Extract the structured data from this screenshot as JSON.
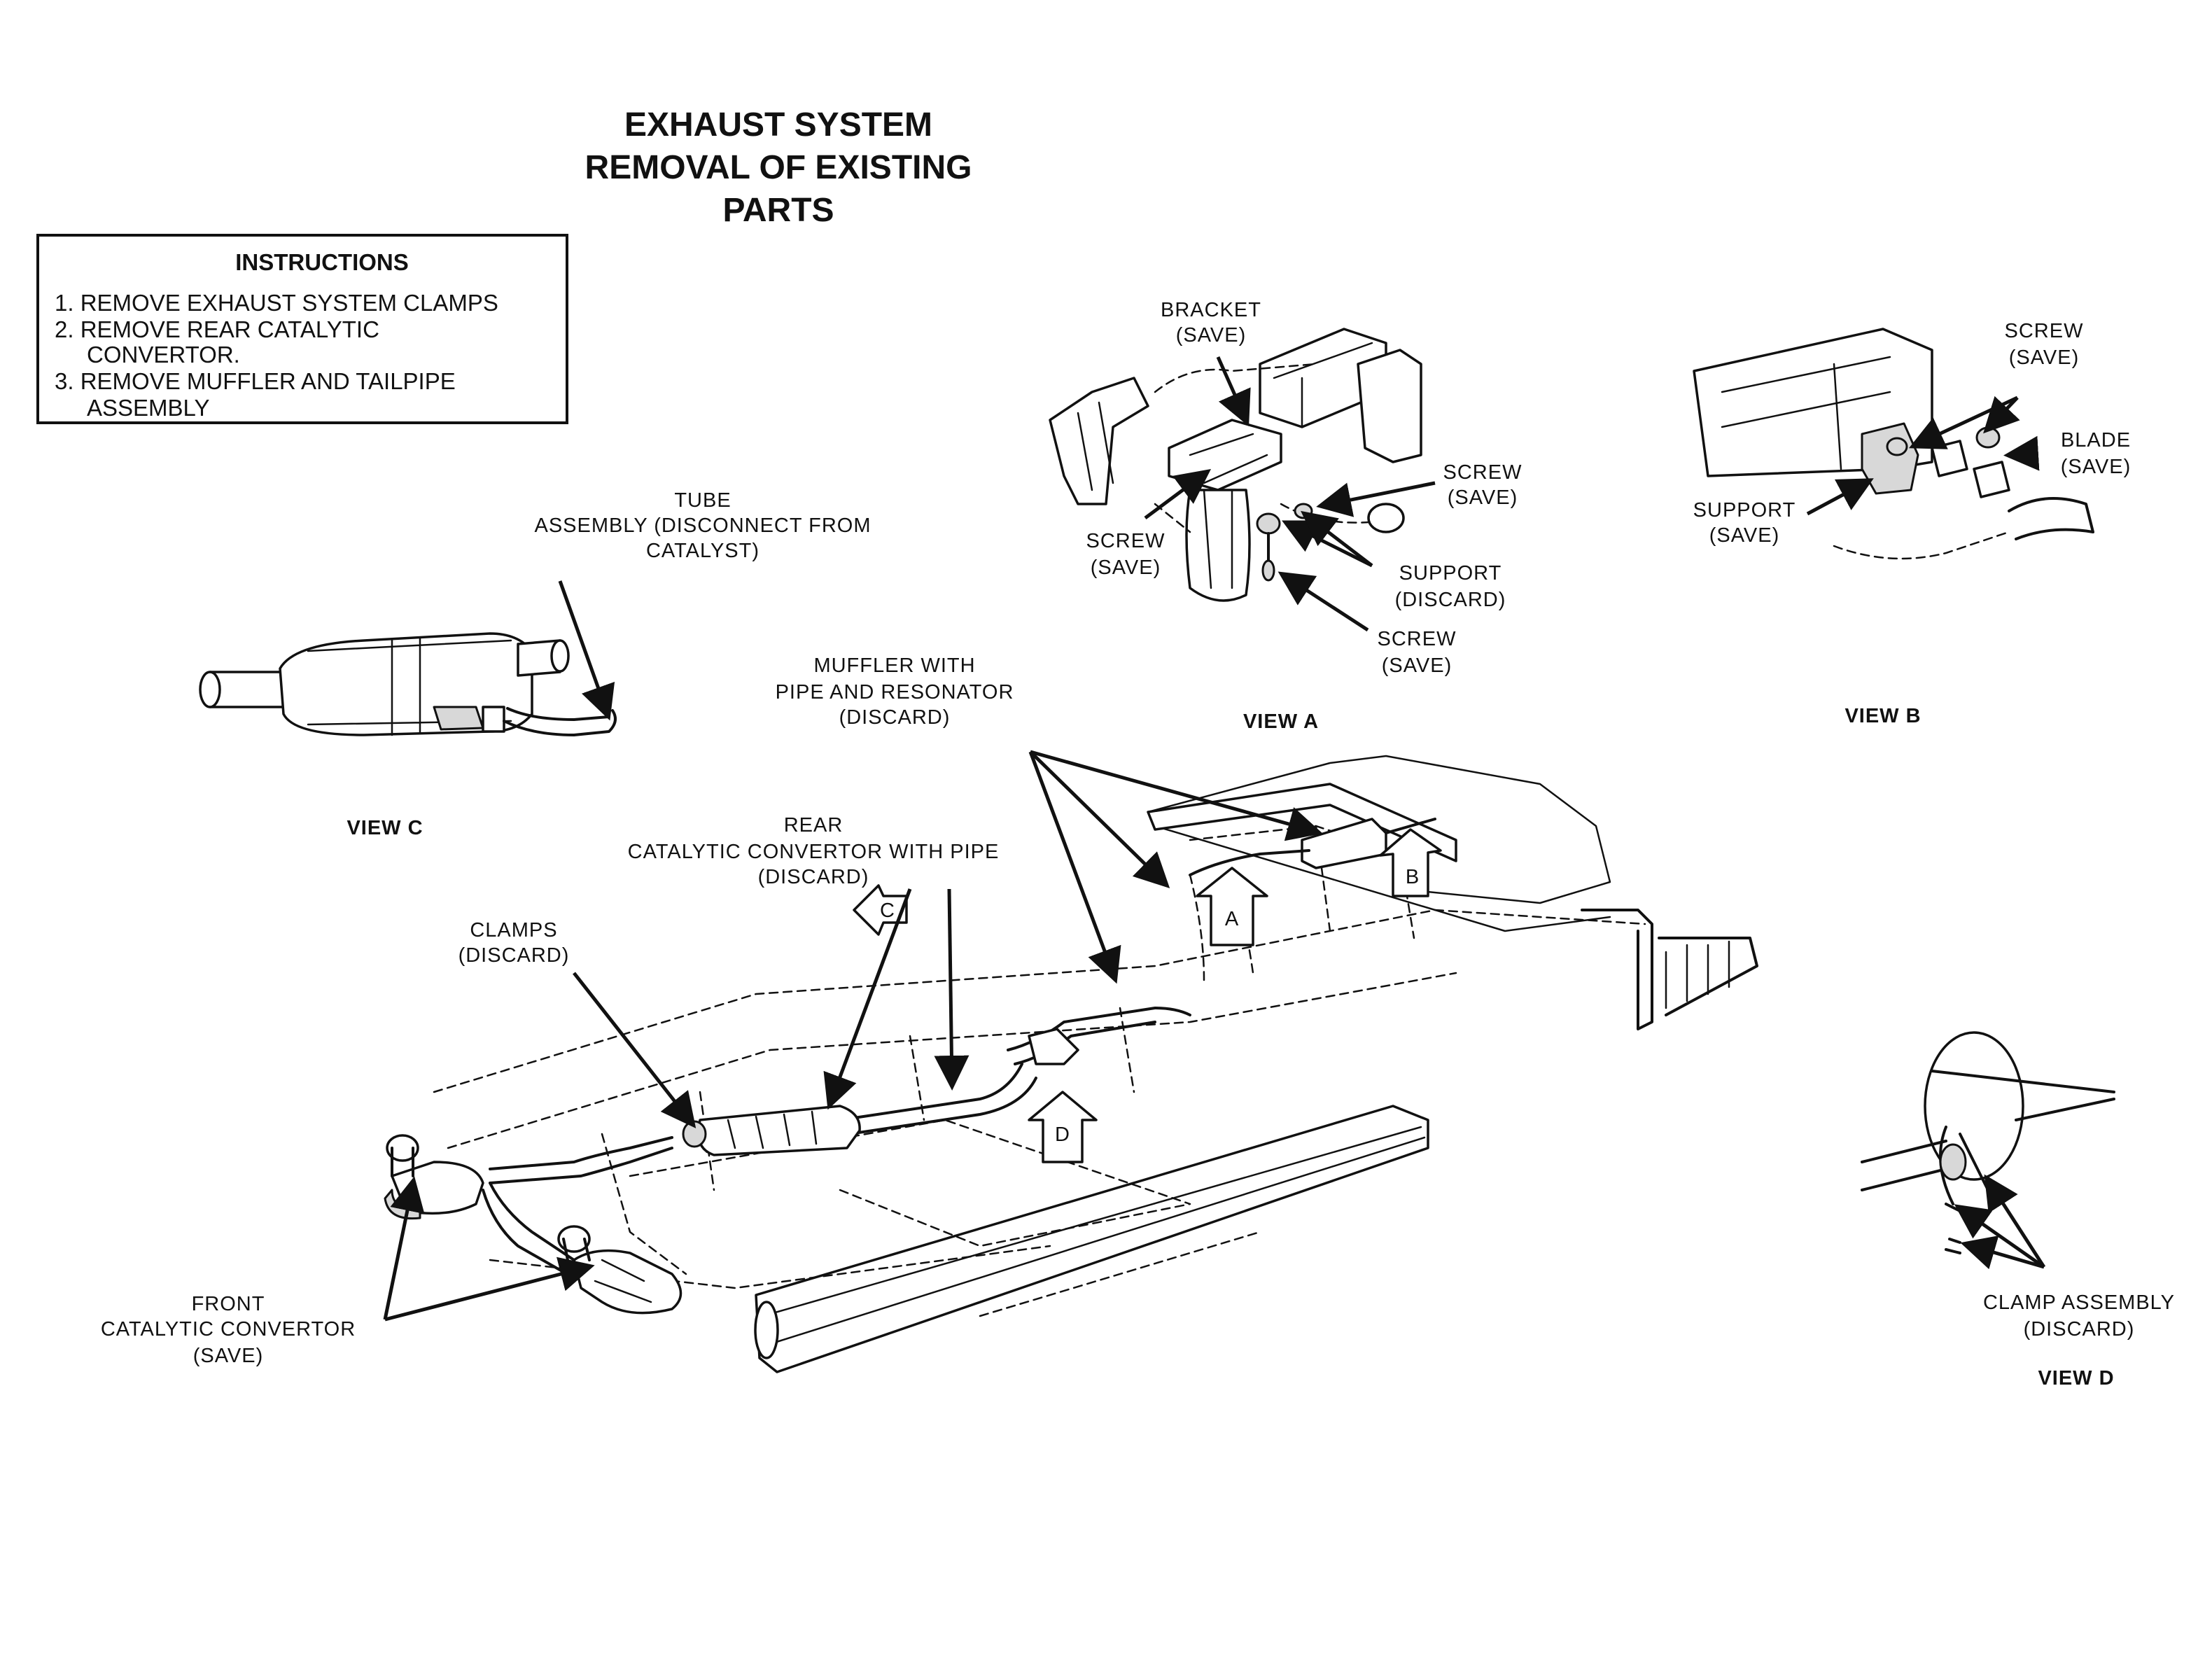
{
  "title": {
    "line1": "EXHAUST SYSTEM",
    "line2": "REMOVAL OF EXISTING",
    "line3": "PARTS"
  },
  "instructions": {
    "heading": "INSTRUCTIONS",
    "step1": "1. REMOVE EXHAUST SYSTEM CLAMPS",
    "step2a": "2. REMOVE REAR CATALYTIC",
    "step2b": "CONVERTOR.",
    "step3a": "3. REMOVE MUFFLER AND TAILPIPE",
    "step3b": "ASSEMBLY"
  },
  "views": {
    "a": "VIEW A",
    "b": "VIEW B",
    "c": "VIEW C",
    "d": "VIEW D"
  },
  "view_markers": {
    "a": "A",
    "b": "B",
    "c": "C",
    "d": "D"
  },
  "labels": {
    "tube": {
      "l1": "TUBE",
      "l2": "ASSEMBLY (DISCONNECT FROM",
      "l3": "CATALYST)"
    },
    "bracket": {
      "l1": "BRACKET",
      "l2": "(SAVE)"
    },
    "screw_a_right": {
      "l1": "SCREW",
      "l2": "(SAVE)"
    },
    "screw_a_left": {
      "l1": "SCREW",
      "l2": "(SAVE)"
    },
    "support_a": {
      "l1": "SUPPORT",
      "l2": "(DISCARD)"
    },
    "screw_a_bottom": {
      "l1": "SCREW",
      "l2": "(SAVE)"
    },
    "screw_b": {
      "l1": "SCREW",
      "l2": "(SAVE)"
    },
    "blade_b": {
      "l1": "BLADE",
      "l2": "(SAVE)"
    },
    "support_b": {
      "l1": "SUPPORT",
      "l2": "(SAVE)"
    },
    "muffler": {
      "l1": "MUFFLER WITH",
      "l2": "PIPE AND RESONATOR",
      "l3": "(DISCARD)"
    },
    "rear_cat": {
      "l1": "REAR",
      "l2": "CATALYTIC CONVERTOR WITH PIPE",
      "l3": "(DISCARD)"
    },
    "clamps": {
      "l1": "CLAMPS",
      "l2": "(DISCARD)"
    },
    "front_cat": {
      "l1": "FRONT",
      "l2": "CATALYTIC CONVERTOR",
      "l3": "(SAVE)"
    },
    "clamp_assembly": {
      "l1": "CLAMP ASSEMBLY",
      "l2": "(DISCARD)"
    }
  }
}
